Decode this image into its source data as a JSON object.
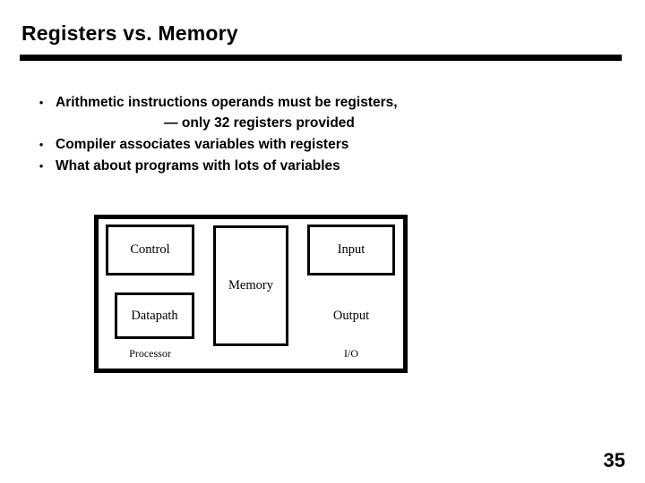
{
  "slide": {
    "title": "Registers vs. Memory",
    "page_number": "35",
    "bullets": [
      {
        "marker": "•",
        "text": "Arithmetic instructions operands must be registers,",
        "subtext": "— only 32 registers provided"
      },
      {
        "marker": "•",
        "text": "Compiler associates variables with registers",
        "subtext": ""
      },
      {
        "marker": "•",
        "text": "What about programs with lots of variables",
        "subtext": ""
      }
    ],
    "diagram": {
      "boxes": {
        "control": "Control",
        "datapath": "Datapath",
        "memory": "Memory",
        "input": "Input",
        "output": "Output"
      },
      "labels": {
        "processor": "Processor",
        "io": "I/O"
      }
    }
  }
}
